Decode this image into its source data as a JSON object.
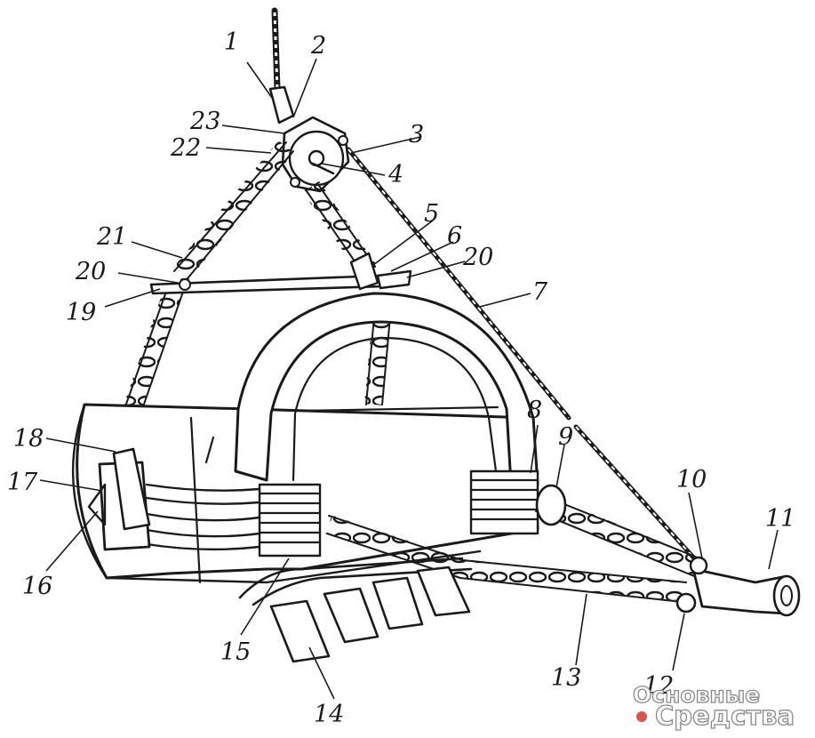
{
  "diagram": {
    "callouts": [
      {
        "id": "c1",
        "label": "1"
      },
      {
        "id": "c2",
        "label": "2"
      },
      {
        "id": "c3",
        "label": "3"
      },
      {
        "id": "c4",
        "label": "4"
      },
      {
        "id": "c5",
        "label": "5"
      },
      {
        "id": "c6",
        "label": "6"
      },
      {
        "id": "c7",
        "label": "7"
      },
      {
        "id": "c8",
        "label": "8"
      },
      {
        "id": "c9",
        "label": "9"
      },
      {
        "id": "c10",
        "label": "10"
      },
      {
        "id": "c11",
        "label": "11"
      },
      {
        "id": "c12",
        "label": "12"
      },
      {
        "id": "c13",
        "label": "13"
      },
      {
        "id": "c14",
        "label": "14"
      },
      {
        "id": "c15",
        "label": "15"
      },
      {
        "id": "c16",
        "label": "16"
      },
      {
        "id": "c17",
        "label": "17"
      },
      {
        "id": "c18",
        "label": "18"
      },
      {
        "id": "c19",
        "label": "19"
      },
      {
        "id": "c20a",
        "label": "20"
      },
      {
        "id": "c20b",
        "label": "20"
      },
      {
        "id": "c21",
        "label": "21"
      },
      {
        "id": "c22",
        "label": "22"
      },
      {
        "id": "c23",
        "label": "23"
      }
    ]
  },
  "watermark": {
    "line1": "Основные",
    "line2": "Средства",
    "dot_color": "#d9534f"
  }
}
